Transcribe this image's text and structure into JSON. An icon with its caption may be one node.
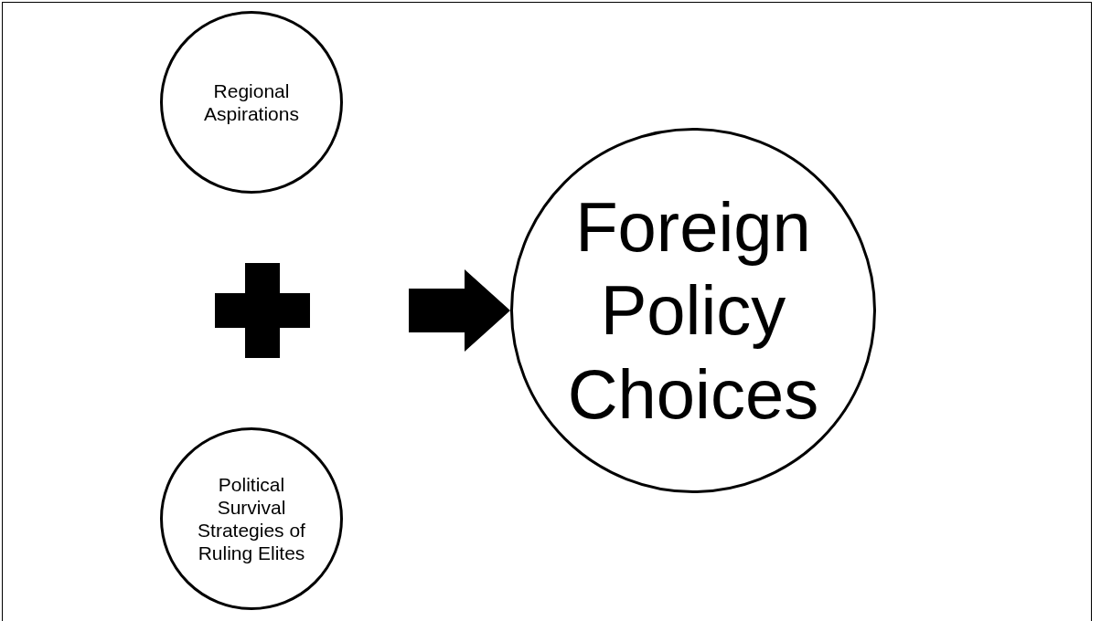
{
  "diagram": {
    "nodes": [
      {
        "text": [
          "Regional Aspirations"
        ]
      },
      {
        "text": [
          "Political Survival Strategies of Ruling Elites"
        ]
      },
      {
        "text": [
          "Foreign Policy Choices"
        ]
      }
    ],
    "edges": [
      {
        "from": null,
        "to": 2,
        "arrow": "to"
      }
    ]
  }
}
